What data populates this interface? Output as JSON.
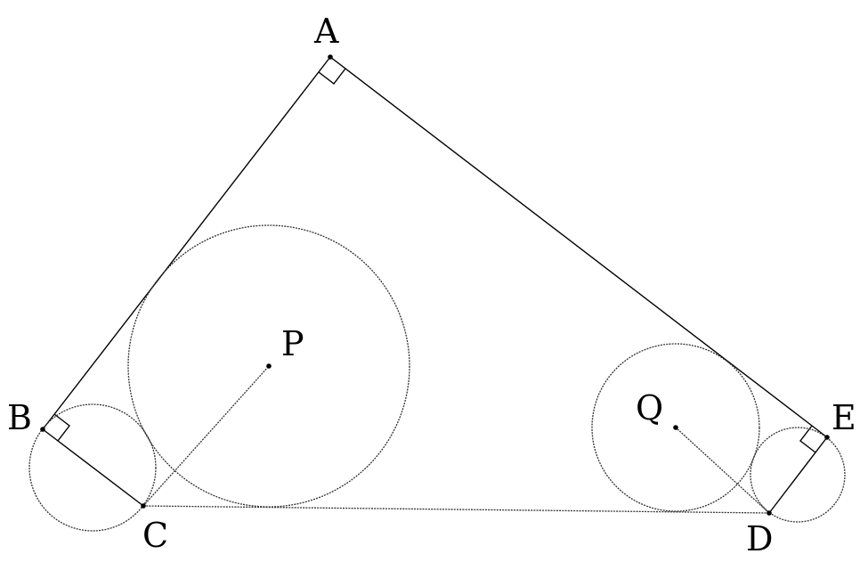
{
  "labels": {
    "A": "A",
    "B": "B",
    "C": "C",
    "D": "D",
    "E": "E",
    "P": "P",
    "Q": "Q"
  }
}
